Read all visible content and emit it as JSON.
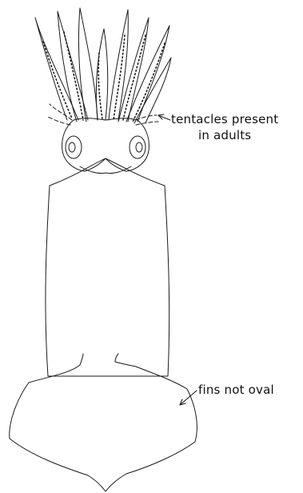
{
  "annotations": {
    "tentacles_line1": "tentacles present",
    "tentacles_line2": "in adults",
    "fins": "fins not oval"
  },
  "colors": {
    "stroke": "#1a1a1a",
    "background": "#ffffff"
  }
}
